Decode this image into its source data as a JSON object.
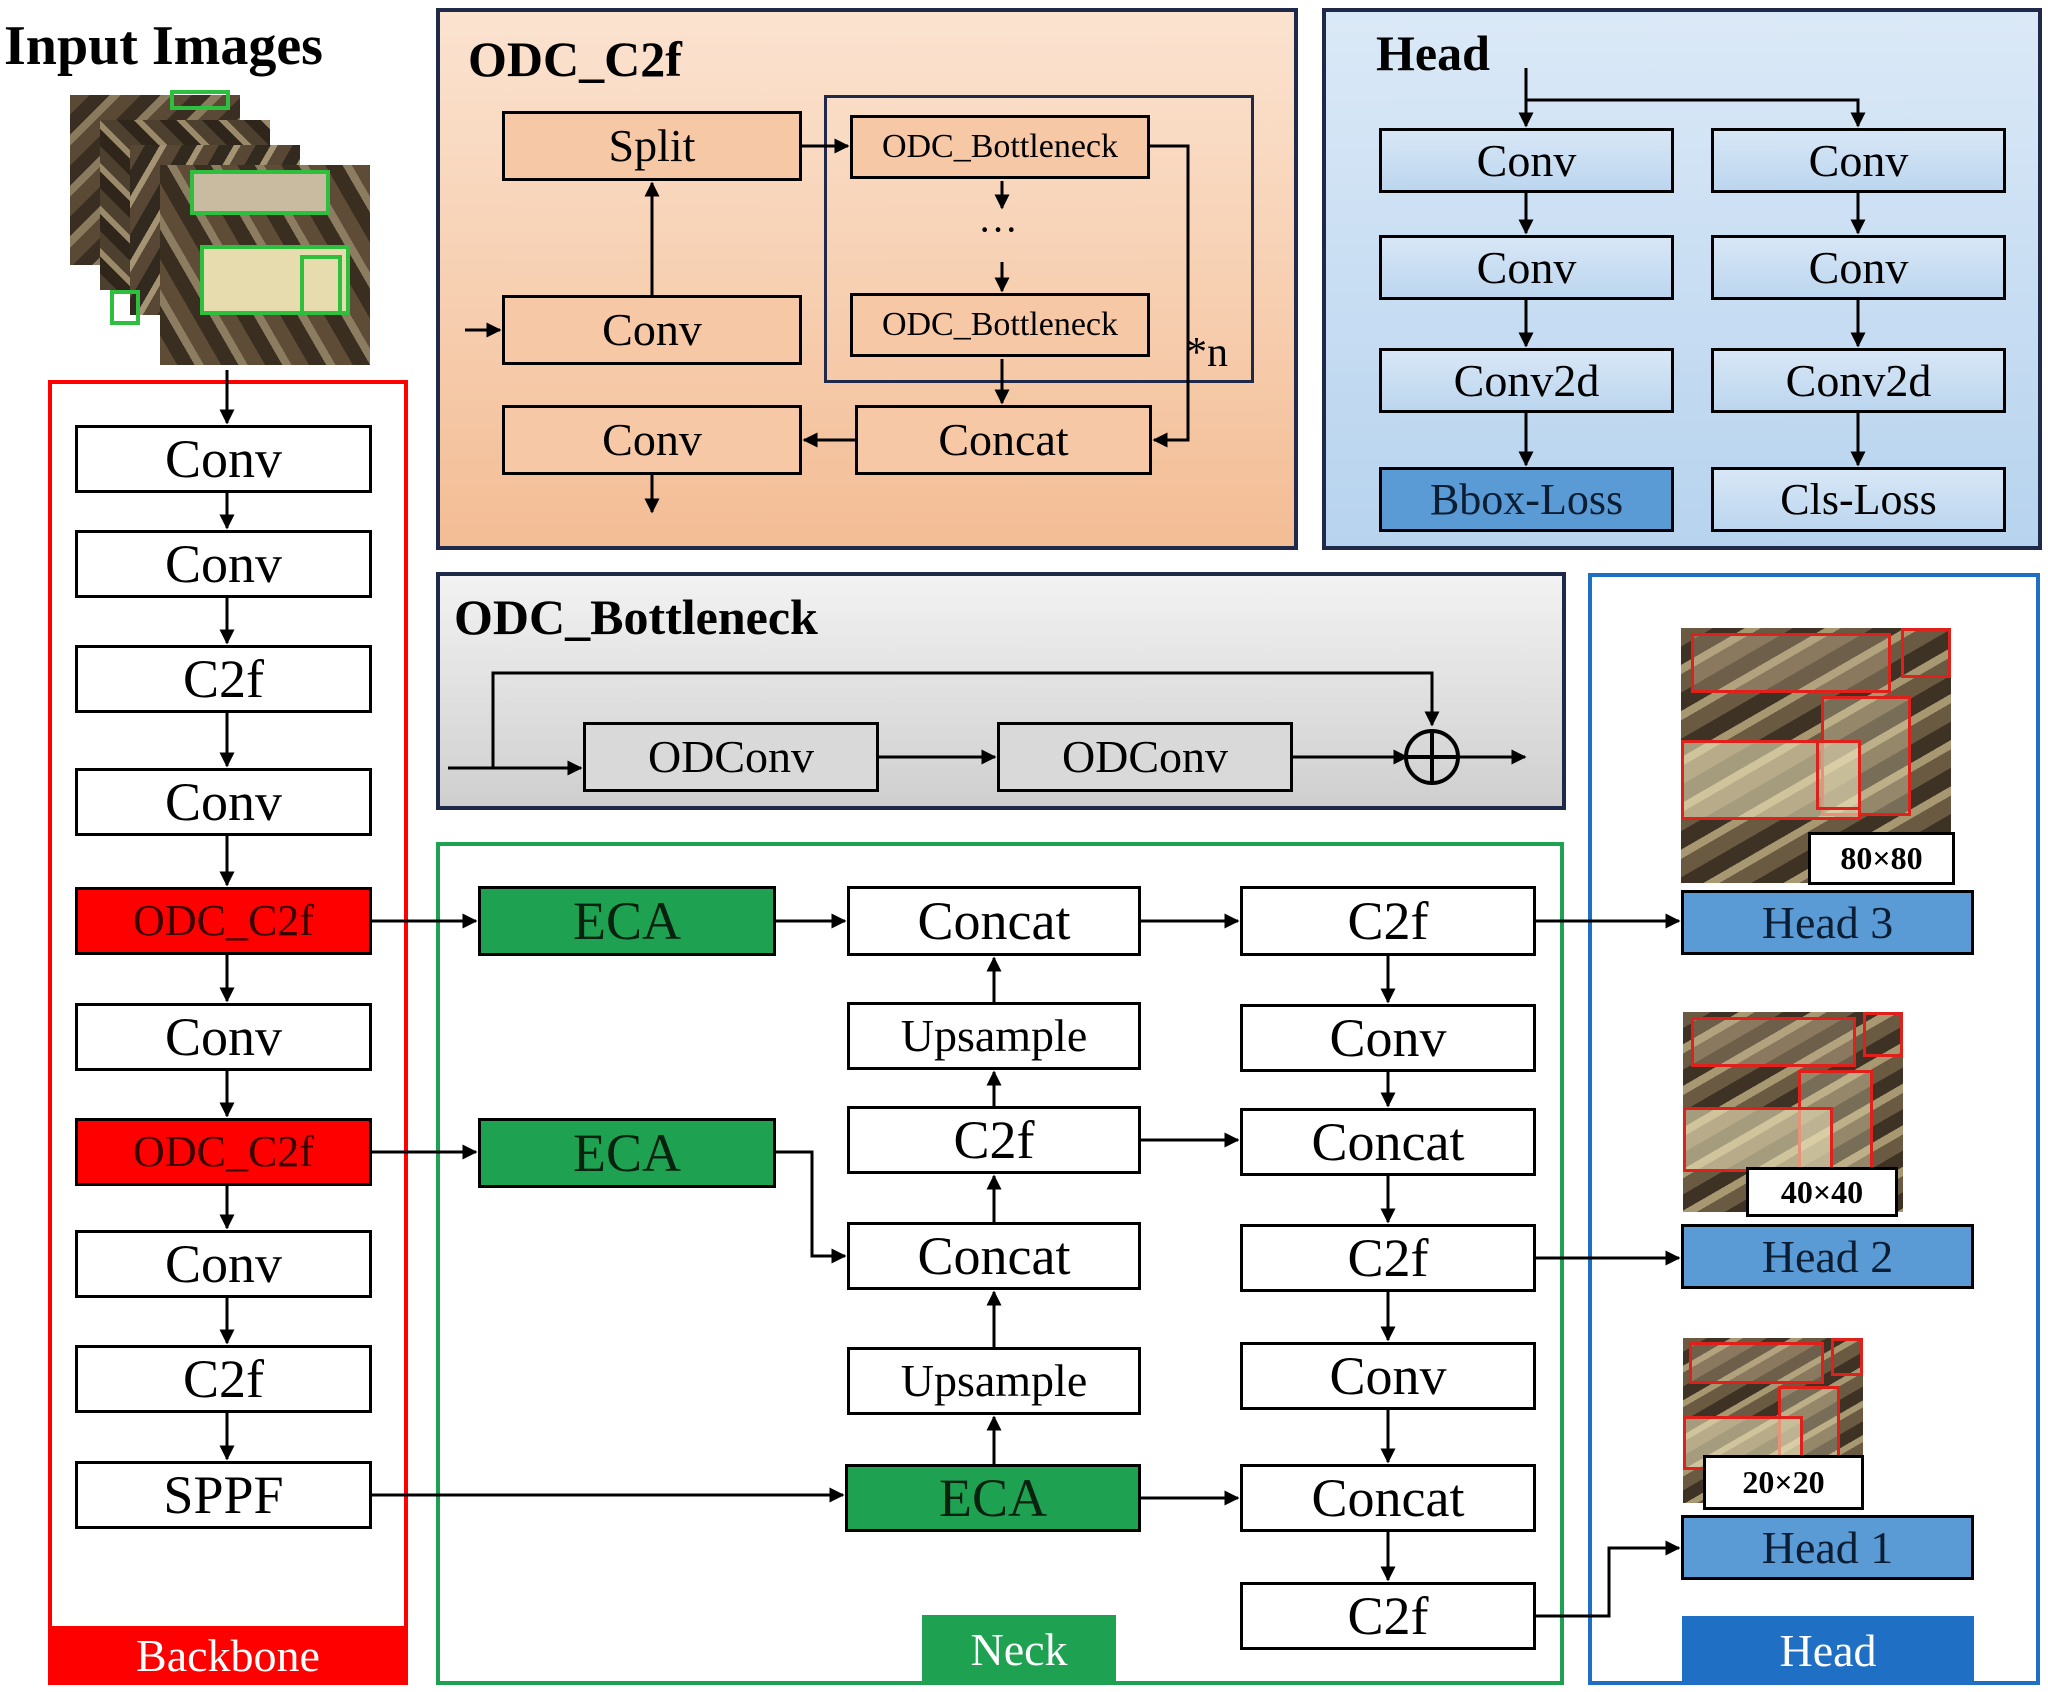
{
  "header": {
    "title": "Input Images"
  },
  "odc_c2f_panel": {
    "title": "ODC_C2f",
    "split": "Split",
    "bottleneck_1": "ODC_Bottleneck",
    "ellipsis": "···",
    "bottleneck_2": "ODC_Bottleneck",
    "repeat": "*n",
    "conv_in": "Conv",
    "conv_out": "Conv",
    "concat": "Concat"
  },
  "head_panel": {
    "title": "Head",
    "left": [
      "Conv",
      "Conv",
      "Conv2d",
      "Bbox-Loss"
    ],
    "right": [
      "Conv",
      "Conv",
      "Conv2d",
      "Cls-Loss"
    ]
  },
  "bottleneck_panel": {
    "title": "ODC_Bottleneck",
    "odconv_1": "ODConv",
    "odconv_2": "ODConv"
  },
  "backbone": {
    "label": "Backbone",
    "blocks": [
      "Conv",
      "Conv",
      "C2f",
      "Conv",
      "ODC_C2f",
      "Conv",
      "ODC_C2f",
      "Conv",
      "C2f",
      "SPPF"
    ]
  },
  "neck": {
    "label": "Neck",
    "eca": [
      "ECA",
      "ECA",
      "ECA"
    ],
    "mid": [
      "Concat",
      "Upsample",
      "C2f",
      "Concat",
      "Upsample"
    ],
    "right": [
      "C2f",
      "Conv",
      "Concat",
      "C2f",
      "Conv",
      "Concat",
      "C2f"
    ]
  },
  "heads": {
    "label": "Head",
    "items": [
      {
        "name": "Head 3",
        "size": "80×80"
      },
      {
        "name": "Head 2",
        "size": "40×40"
      },
      {
        "name": "Head 1",
        "size": "20×20"
      }
    ]
  },
  "colors": {
    "backbone_border": "#ff0000",
    "neck_border": "#1fa152",
    "head_border": "#1f6fc4",
    "odc_c2f_fill": "#ff0000",
    "eca_fill": "#1fa152",
    "head_fill": "#5b9bd5",
    "odc_panel_fill": "#f6c8a5",
    "bottleneck_panel_fill": "#d9d9d9",
    "head_panel_fill": "#c5dcf2",
    "detection_box_input": "#2fbf3f",
    "detection_box_output": "#e0201a"
  }
}
